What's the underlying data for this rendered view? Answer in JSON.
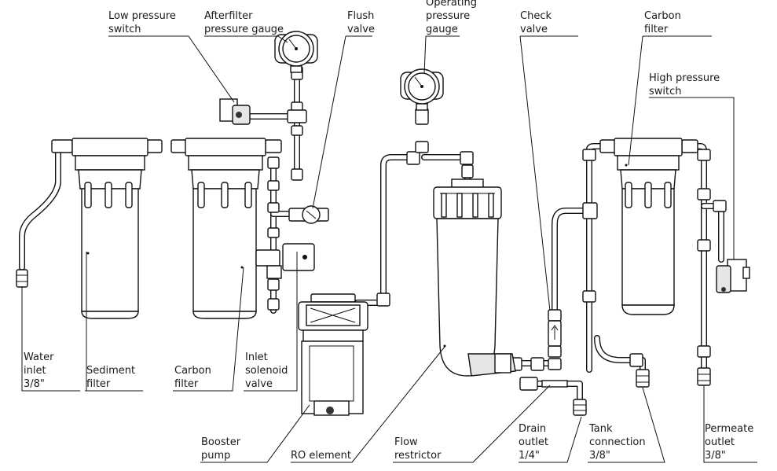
{
  "labels": {
    "low_pressure_switch": [
      "Low pressure",
      "switch"
    ],
    "afterfilter_pressure_gauge": [
      "Afterfilter",
      "pressure gauge"
    ],
    "flush_valve": [
      "Flush",
      "valve"
    ],
    "operating_pressure_gauge": [
      "Operating",
      "pressure",
      "gauge"
    ],
    "check_valve": [
      "Check",
      "valve"
    ],
    "carbon_filter_right": [
      "Carbon",
      "filter"
    ],
    "high_pressure_switch": [
      "High pressure",
      "switch"
    ],
    "water_inlet": [
      "Water",
      "inlet",
      "3/8\""
    ],
    "sediment_filter": [
      "Sediment",
      "filter"
    ],
    "carbon_filter_left": [
      "Carbon",
      "filter"
    ],
    "inlet_solenoid_valve": [
      "Inlet",
      "solenoid",
      "valve"
    ],
    "booster_pump": [
      "Booster",
      "pump"
    ],
    "ro_element": [
      "RO element"
    ],
    "flow_restrictor": [
      "Flow",
      "restrictor"
    ],
    "drain_outlet": [
      "Drain",
      "outlet",
      "1/4\""
    ],
    "tank_connection": [
      "Tank",
      "connection",
      "3/8\""
    ],
    "permeate_outlet": [
      "Permeate",
      "outlet",
      "3/8\""
    ]
  },
  "colors": {
    "line": "#111111",
    "fill": "#ffffff",
    "shade": "#e6e6e6"
  }
}
